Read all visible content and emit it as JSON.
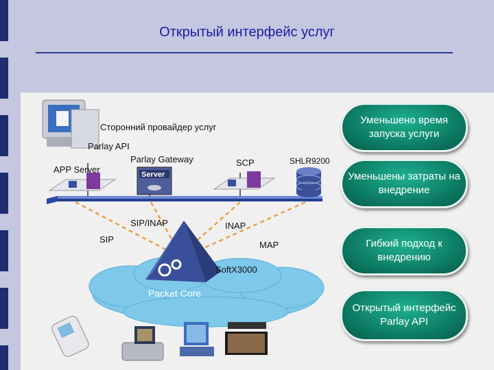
{
  "title": "Открытый интерфейс услуг",
  "labels": {
    "third_party": "Сторонний провайдер услуг",
    "parlay_api": "Parlay API",
    "app_server": "APP Server",
    "parlay_gateway": "Parlay Gateway",
    "server_badge": "Server",
    "scp": "SCP",
    "shlr": "SHLR9200",
    "sip_inap": "SIP/INAP",
    "inap": "INAP",
    "sip": "SIP",
    "map": "MAP",
    "softx": "SoftX3000",
    "packet_core": "Packet Core"
  },
  "benefits": [
    {
      "text": "Уменьшено время запуска услуги"
    },
    {
      "text": "Уменьшены затраты на внедрение"
    },
    {
      "text": "Гибкий подход к внедрению"
    },
    {
      "text": "Открытый интерфейс Parlay API"
    }
  ],
  "colors": {
    "accent": "#1a1aa6",
    "oval": "#0d7e66",
    "bus": "#3d57b0",
    "link": "#e8a040"
  }
}
